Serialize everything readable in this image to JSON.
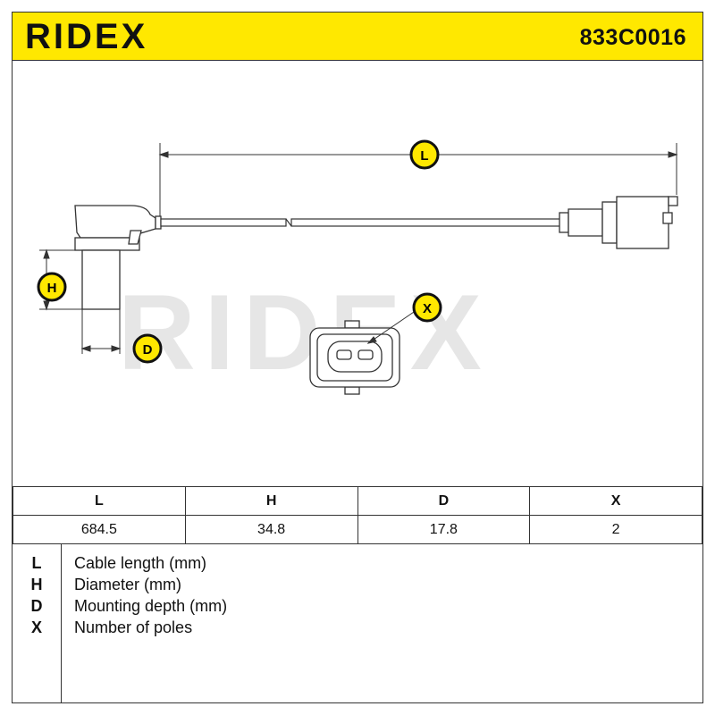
{
  "header": {
    "brand": "RIDEX",
    "part_number": "833C0016",
    "color": "#ffe800"
  },
  "drawing": {
    "watermark": "RIDEX",
    "dimension_labels": {
      "L": "L",
      "H": "H",
      "D": "D",
      "X": "X"
    }
  },
  "specs": {
    "columns": [
      "L",
      "H",
      "D",
      "X"
    ],
    "values": [
      "684.5",
      "34.8",
      "17.8",
      "2"
    ]
  },
  "legend": [
    {
      "key": "L",
      "desc": "Cable length (mm)"
    },
    {
      "key": "H",
      "desc": "Diameter (mm)"
    },
    {
      "key": "D",
      "desc": "Mounting depth (mm)"
    },
    {
      "key": "X",
      "desc": "Number of poles"
    }
  ]
}
